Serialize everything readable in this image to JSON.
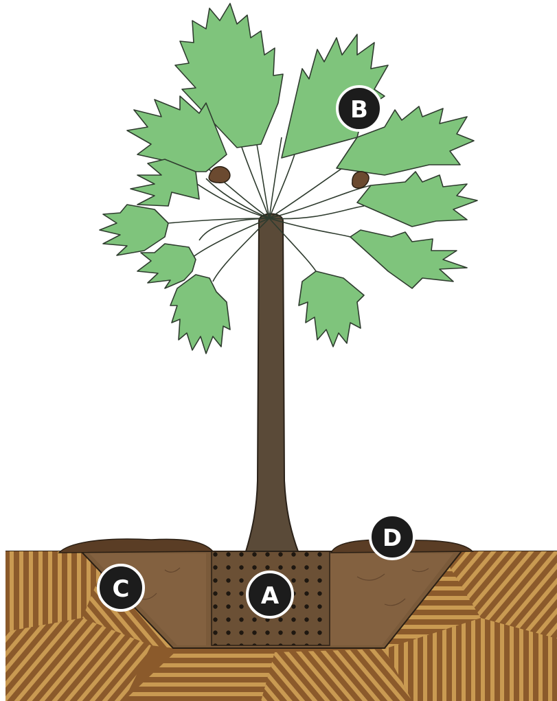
{
  "diagram": {
    "markers": {
      "a": "A",
      "b": "B",
      "c": "C",
      "d": "D"
    }
  },
  "colors": {
    "frond": "#7fc47c",
    "frond_outline": "#2e3b2e",
    "trunk": "#5a4a38",
    "soil_stripes": "#c99a52",
    "soil_base": "#8b5a2b",
    "backfill": "#7a5a3a",
    "root_ball": "#6b5035",
    "marker": "#1c1c1c"
  }
}
